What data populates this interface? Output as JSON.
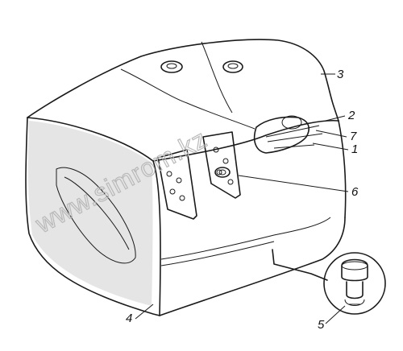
{
  "callouts": [
    {
      "id": "c1",
      "label": "1"
    },
    {
      "id": "c2",
      "label": "2"
    },
    {
      "id": "c3",
      "label": "3"
    },
    {
      "id": "c4",
      "label": "4"
    },
    {
      "id": "c5",
      "label": "5"
    },
    {
      "id": "c6",
      "label": "6"
    },
    {
      "id": "c7",
      "label": "7"
    }
  ],
  "watermark": "www.simrom.kz"
}
